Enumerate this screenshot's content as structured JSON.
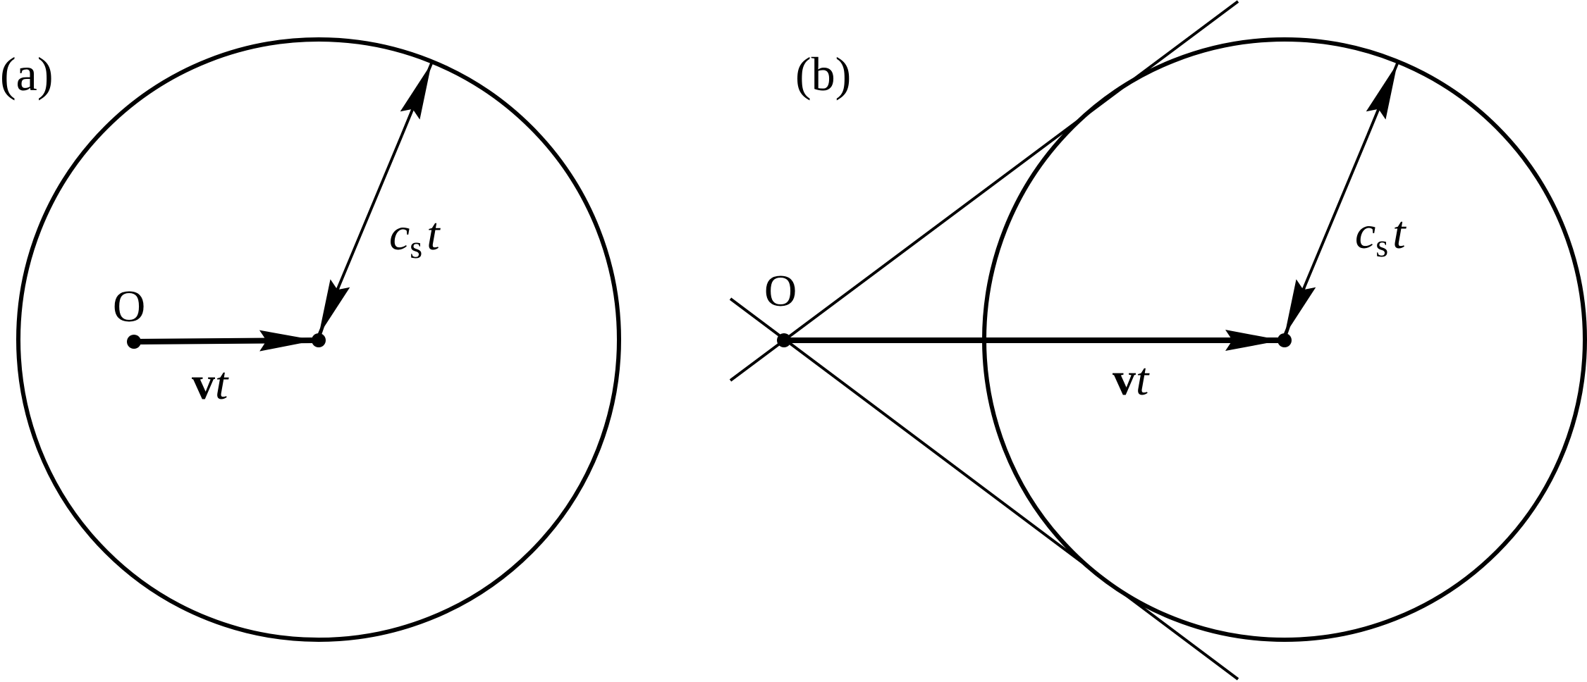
{
  "panels": [
    {
      "id": "a",
      "label": "(a)",
      "origin_label": "O",
      "velocity_label": {
        "vector": "v",
        "variable": "t"
      },
      "radius_label": {
        "symbol": "c",
        "subscript": "s",
        "variable": "t"
      }
    },
    {
      "id": "b",
      "label": "(b)",
      "origin_label": "O",
      "velocity_label": {
        "vector": "v",
        "variable": "t"
      },
      "radius_label": {
        "symbol": "c",
        "subscript": "s",
        "variable": "t"
      }
    }
  ],
  "colors": {
    "stroke": "#000000",
    "background": "#ffffff"
  }
}
